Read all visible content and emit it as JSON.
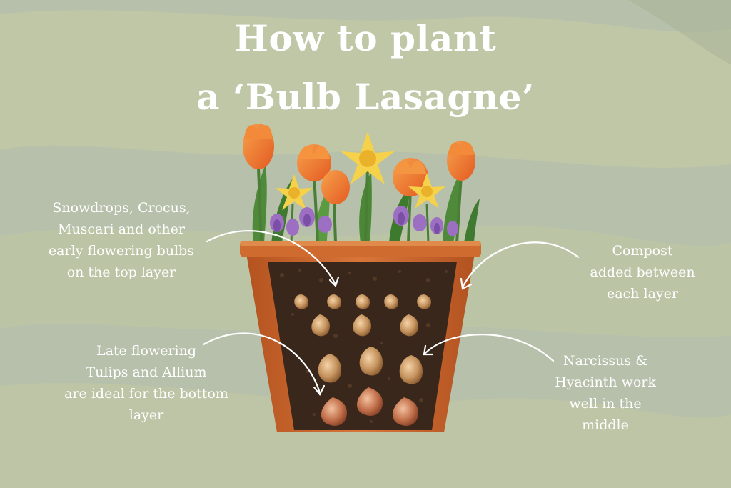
{
  "title": {
    "line1": "How to plant",
    "line2": "a ‘Bulb Lasagne’"
  },
  "labels": {
    "top_layer": [
      "Snowdrops, Crocus,",
      "Muscari and other",
      "early flowering bulbs",
      "on the top layer"
    ],
    "compost": [
      "Compost",
      "added between",
      "each layer"
    ],
    "bottom_layer": [
      "Late flowering",
      "Tulips and Allium",
      "are ideal for the bottom",
      "layer"
    ],
    "middle_layer": [
      "Narcissus &",
      "Hyacinth work",
      "well in the",
      "middle"
    ]
  },
  "colors": {
    "background": "#b7c0aa",
    "brush": "#c2c9a5",
    "pot": "#c8642a",
    "soil": "#3a271b",
    "text": "#ffffff"
  }
}
